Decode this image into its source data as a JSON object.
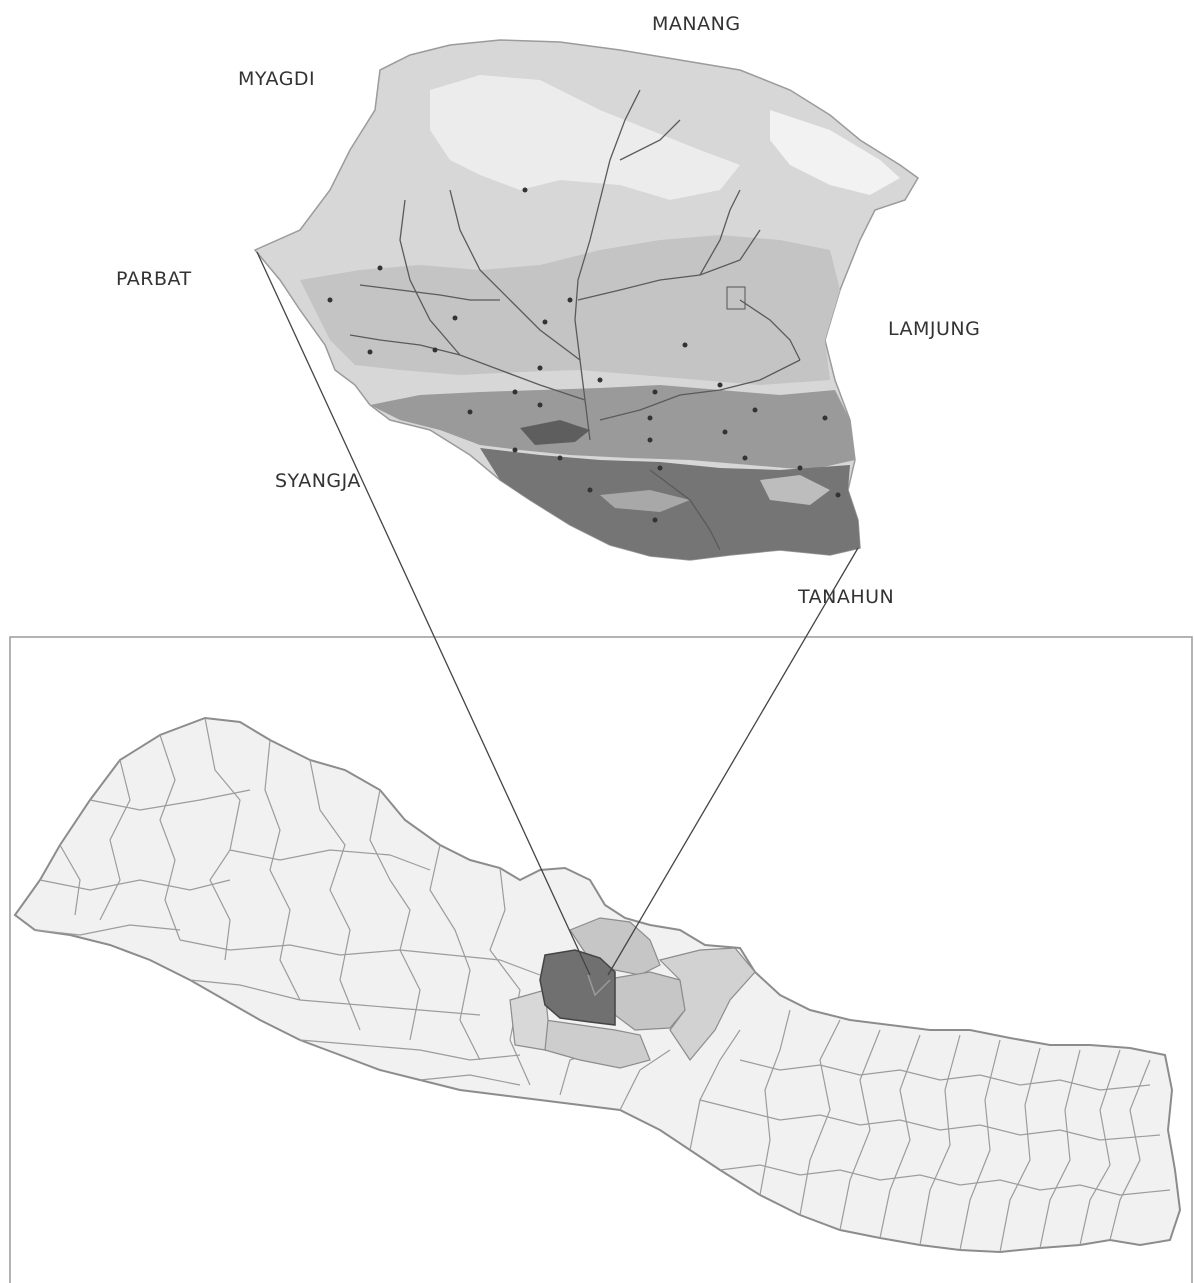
{
  "labels": {
    "manang": "MANANG",
    "myagdi": "MYAGDI",
    "parbat": "PARBAT",
    "lamjung": "LAMJUNG",
    "syangja": "SYANGJA",
    "tanahun": "TANAHUN"
  },
  "colors": {
    "background": "#ffffff",
    "national_fill": "#f1f1f1",
    "national_stroke": "#8c8c8c",
    "highlight_district": "#707070",
    "neighbor_district": "#c6c6c6",
    "terrain_high": "#cfcfcf",
    "terrain_mid": "#bdbdbd",
    "terrain_low": "#888888",
    "terrain_lowest": "#6e6e6e",
    "rivers": "#5a5a5a",
    "leader_lines": "#444444"
  }
}
